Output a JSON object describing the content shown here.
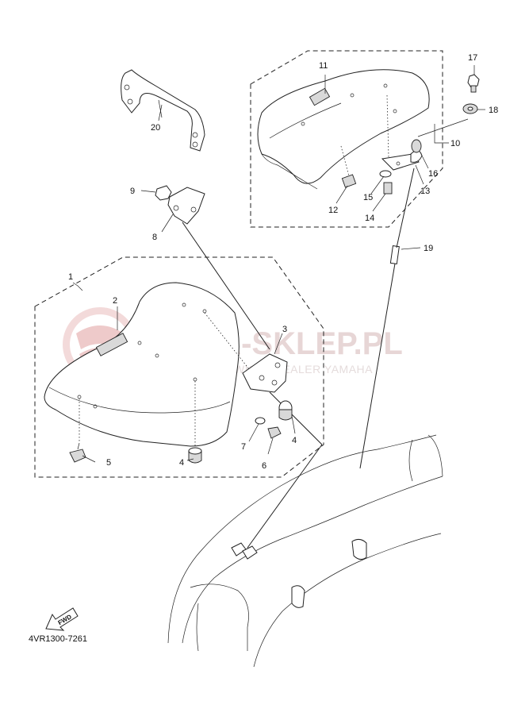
{
  "watermark": {
    "brand": "YAMA-SKLEP.PL",
    "sub": "WOJCIECHOWICZ | DEALER YAMAHA"
  },
  "diagram_code": "4VR1300-7261",
  "fwd_label": "FWD",
  "callouts": [
    {
      "id": "c1",
      "label": "1"
    },
    {
      "id": "c2",
      "label": "2"
    },
    {
      "id": "c3",
      "label": "3"
    },
    {
      "id": "c4a",
      "label": "4"
    },
    {
      "id": "c4b",
      "label": "4"
    },
    {
      "id": "c5",
      "label": "5"
    },
    {
      "id": "c6",
      "label": "6"
    },
    {
      "id": "c7",
      "label": "7"
    },
    {
      "id": "c8",
      "label": "8"
    },
    {
      "id": "c9",
      "label": "9"
    },
    {
      "id": "c10",
      "label": "10"
    },
    {
      "id": "c11",
      "label": "11"
    },
    {
      "id": "c12",
      "label": "12"
    },
    {
      "id": "c13",
      "label": "13"
    },
    {
      "id": "c14",
      "label": "14"
    },
    {
      "id": "c15",
      "label": "15"
    },
    {
      "id": "c16",
      "label": "16"
    },
    {
      "id": "c17",
      "label": "17"
    },
    {
      "id": "c18",
      "label": "18"
    },
    {
      "id": "c19",
      "label": "19"
    },
    {
      "id": "c20",
      "label": "20"
    }
  ]
}
